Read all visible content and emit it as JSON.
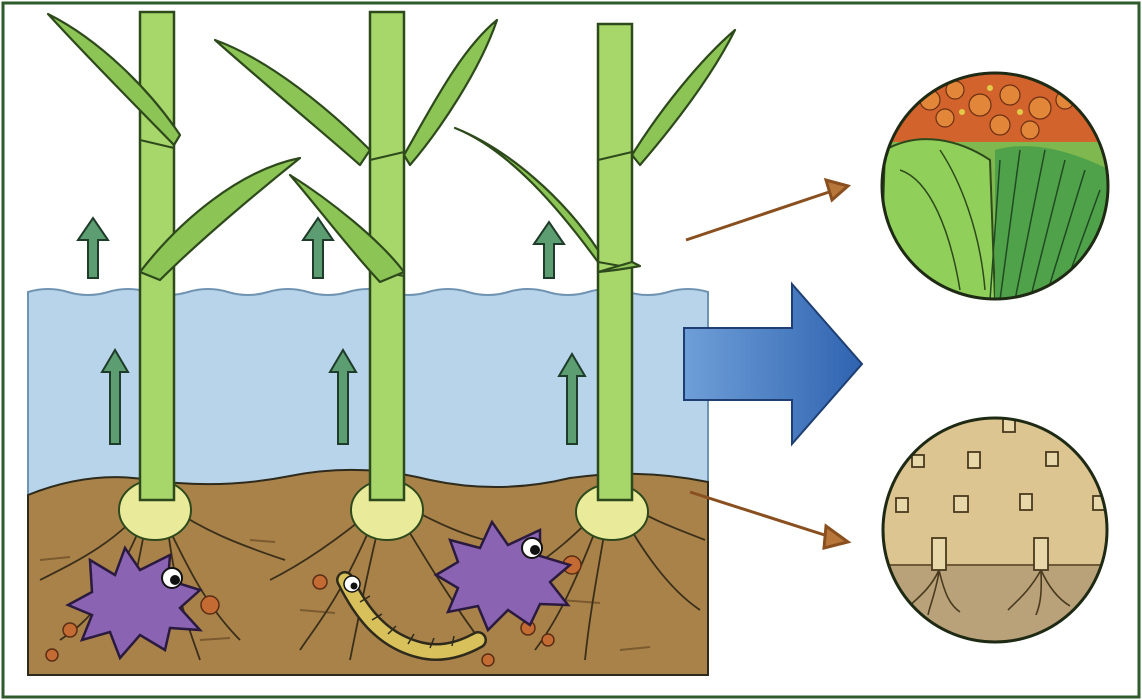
{
  "colors": {
    "frame": "#2f5a2a",
    "water": "#b7d4ea",
    "water_line": "#6f93b3",
    "soil": "#a9824a",
    "soil_dark": "#7a5a2e",
    "stem": "#a7d66a",
    "stem_outline": "#2e4a1c",
    "leaf": "#8cc455",
    "root_base": "#e9eb9a",
    "up_arrow": "#5d9d72",
    "big_arrow": "#3f76c2",
    "small_arrow": "#b7773a",
    "creature": "#8a63b3",
    "grub": "#d8c05a",
    "pebble": "#c46a33"
  },
  "icons": {
    "big_arrow": "right-arrow",
    "small_arrows": "diagonal-arrow",
    "growth_arrows": "up-arrow"
  }
}
